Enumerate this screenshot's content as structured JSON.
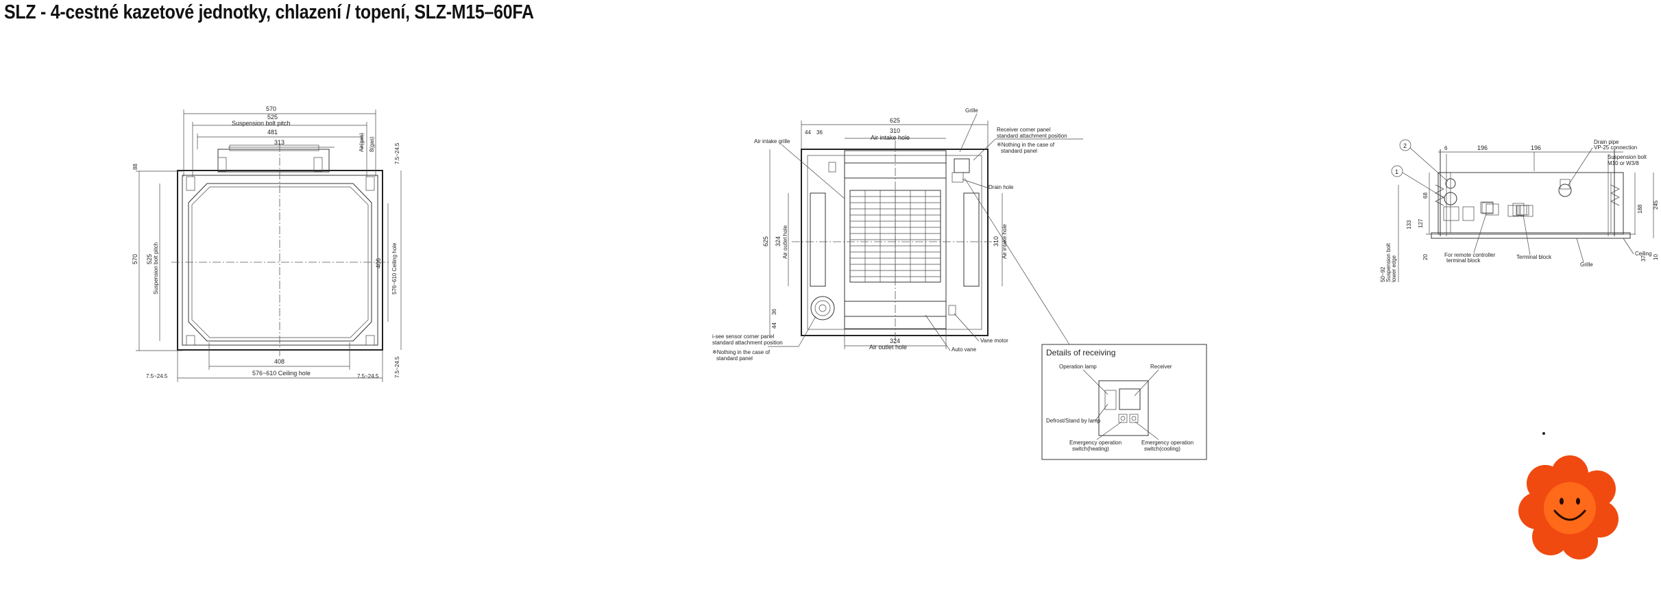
{
  "title": "SLZ - 4-cestné kazetové jednotky, chlazení / topení, SLZ-M15–60FA",
  "view1": {
    "d_570_top": "570",
    "d_525": "525",
    "suspension_bolt_pitch": "Suspension bolt pitch",
    "d_481": "481",
    "d_313": "313",
    "d_408": "408",
    "ceiling_hole": "576~610 Ceiling hole",
    "d_7_5_left": "7.5~24.5",
    "d_7_5_right": "7.5~24.5",
    "d_7_5_top": "7.5~24.5",
    "d_7_5_bot": "7.5~24.5",
    "d_570_left": "570",
    "d_525_left": "525",
    "susp_left": "Suspension bolt pitch",
    "d_406": "406",
    "ceiling_hole_v": "576~610 Ceiling hole",
    "d_88": "88",
    "air_gas": "Air(gas)",
    "air_liquid": "8(gas)"
  },
  "view2": {
    "d_625": "625",
    "d_310": "310",
    "air_intake_hole": "Air intake hole",
    "d_44": "44",
    "d_36": "36",
    "air_intake_grille": "Air intake grille",
    "grille": "Grille",
    "receiver_panel": "Receiver corner panel",
    "std_attach": "standard attachment position",
    "nothing1": "※Nothing in the case of",
    "std_panel1": "standard panel",
    "drain_hole": "Drain hole",
    "d_625_v": "625",
    "d_324_v": "324",
    "air_outlet_hole_v": "Air outlet hole",
    "d_310_v": "310",
    "air_intake_hole_v": "Air intake hole",
    "d_44_b": "44",
    "d_36_b": "36",
    "isee_panel": "i-see sensor corner panel",
    "std_attach2": "standard attachment position",
    "nothing2": "※Nothing in the case of",
    "std_panel2": "standard panel",
    "d_324": "324",
    "air_outlet_hole": "Air outlet hole",
    "auto_vane": "Auto vane",
    "vane_motor": "Vane motor"
  },
  "details": {
    "title": "Details of receiving",
    "operation_lamp": "Operation lamp",
    "receiver": "Receiver",
    "defrost": "Defrost/Stand by lamp",
    "em_heating_1": "Emergency operation",
    "em_heating_2": "switch(heating)",
    "em_cooling_1": "Emergency operation",
    "em_cooling_2": "switch(cooling)"
  },
  "view3": {
    "n1": "1",
    "n2": "2",
    "d_6": "6",
    "d_196a": "196",
    "d_196b": "196",
    "drain_pipe": "Drain pipe",
    "vp25": "VP-25 connection",
    "susp_bolt": "Suspension bolt",
    "m10": "M10 or W3/8",
    "d_68": "68",
    "d_133": "133",
    "d_127": "127",
    "d_20": "20",
    "d_50_92": "50~92",
    "susp_bolt_lower": "Suspension bolt",
    "lower_edge": "lower edge",
    "remote_1": "For remote controller",
    "remote_2": "terminal block",
    "terminal_block": "Terminal block",
    "grille": "Grille",
    "ceiling": "Ceiling",
    "d_188": "188",
    "d_245": "245",
    "d_37": "37",
    "d_10": "10"
  },
  "colors": {
    "flower_petal": "#f04a10",
    "flower_center": "#ff6a1a",
    "face": "#2a0a00"
  }
}
